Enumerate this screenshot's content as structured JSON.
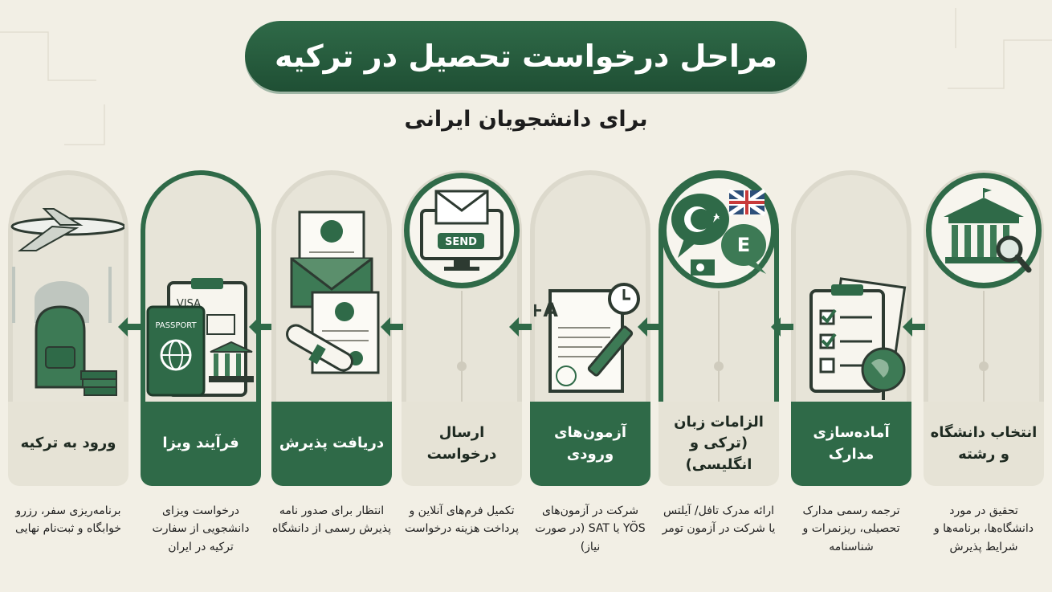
{
  "header": {
    "title": "مراحل درخواست تحصیل در ترکیه",
    "subtitle": "برای دانشجویان ایرانی"
  },
  "colors": {
    "dark_green": "#2f6a48",
    "background": "#f2efe5",
    "light_panel": "#e6e3d6"
  },
  "steps": [
    {
      "label": "انتخاب دانشگاه و رشته",
      "description": "تحقیق در مورد دانشگاه‌ها، برنامه‌ها و شرایط پذیرش",
      "icon": "university-search-icon",
      "style": "light"
    },
    {
      "label": "آماده‌سازی مدارک",
      "description": "ترجمه رسمی مدارک تحصیلی، ریزنمرات و شناسنامه",
      "icon": "documents-checklist-icon",
      "style": "dark"
    },
    {
      "label": "الزامات زبان (ترکی و انگلیسی)",
      "description": "ارائه مدرک تافل/ آیلتس یا شرکت در آزمون تومر",
      "icon": "language-bubbles-icon",
      "style": "light"
    },
    {
      "label": "آزمون‌های ورودی",
      "description": "شرکت در آزمون‌های YÖS یا SAT (در صورت نیاز)",
      "icon": "exam-paper-icon",
      "style": "dark"
    },
    {
      "label": "ارسال درخواست",
      "description": "تکمیل فرم‌های آنلاین و پرداخت هزینه درخواست",
      "icon": "send-email-icon",
      "style": "light",
      "button_text": "SEND"
    },
    {
      "label": "دریافت پذیرش",
      "description": "انتظار برای صدور نامه پذیرش رسمی از دانشگاه",
      "icon": "acceptance-letter-icon",
      "style": "dark"
    },
    {
      "label": "فرآیند ویزا",
      "description": "درخواست ویزای دانشجویی از سفارت ترکیه در ایران",
      "icon": "passport-visa-icon",
      "style": "dark",
      "passport_text": "PASSPORT",
      "visa_text": "VISA"
    },
    {
      "label": "ورود به ترکیه",
      "description": "برنامه‌ریزی سفر، رزرو خوابگاه و ثبت‌نام نهایی",
      "icon": "airplane-travel-icon",
      "style": "light"
    }
  ],
  "exam_grade": "A+",
  "flag_letter": "E"
}
